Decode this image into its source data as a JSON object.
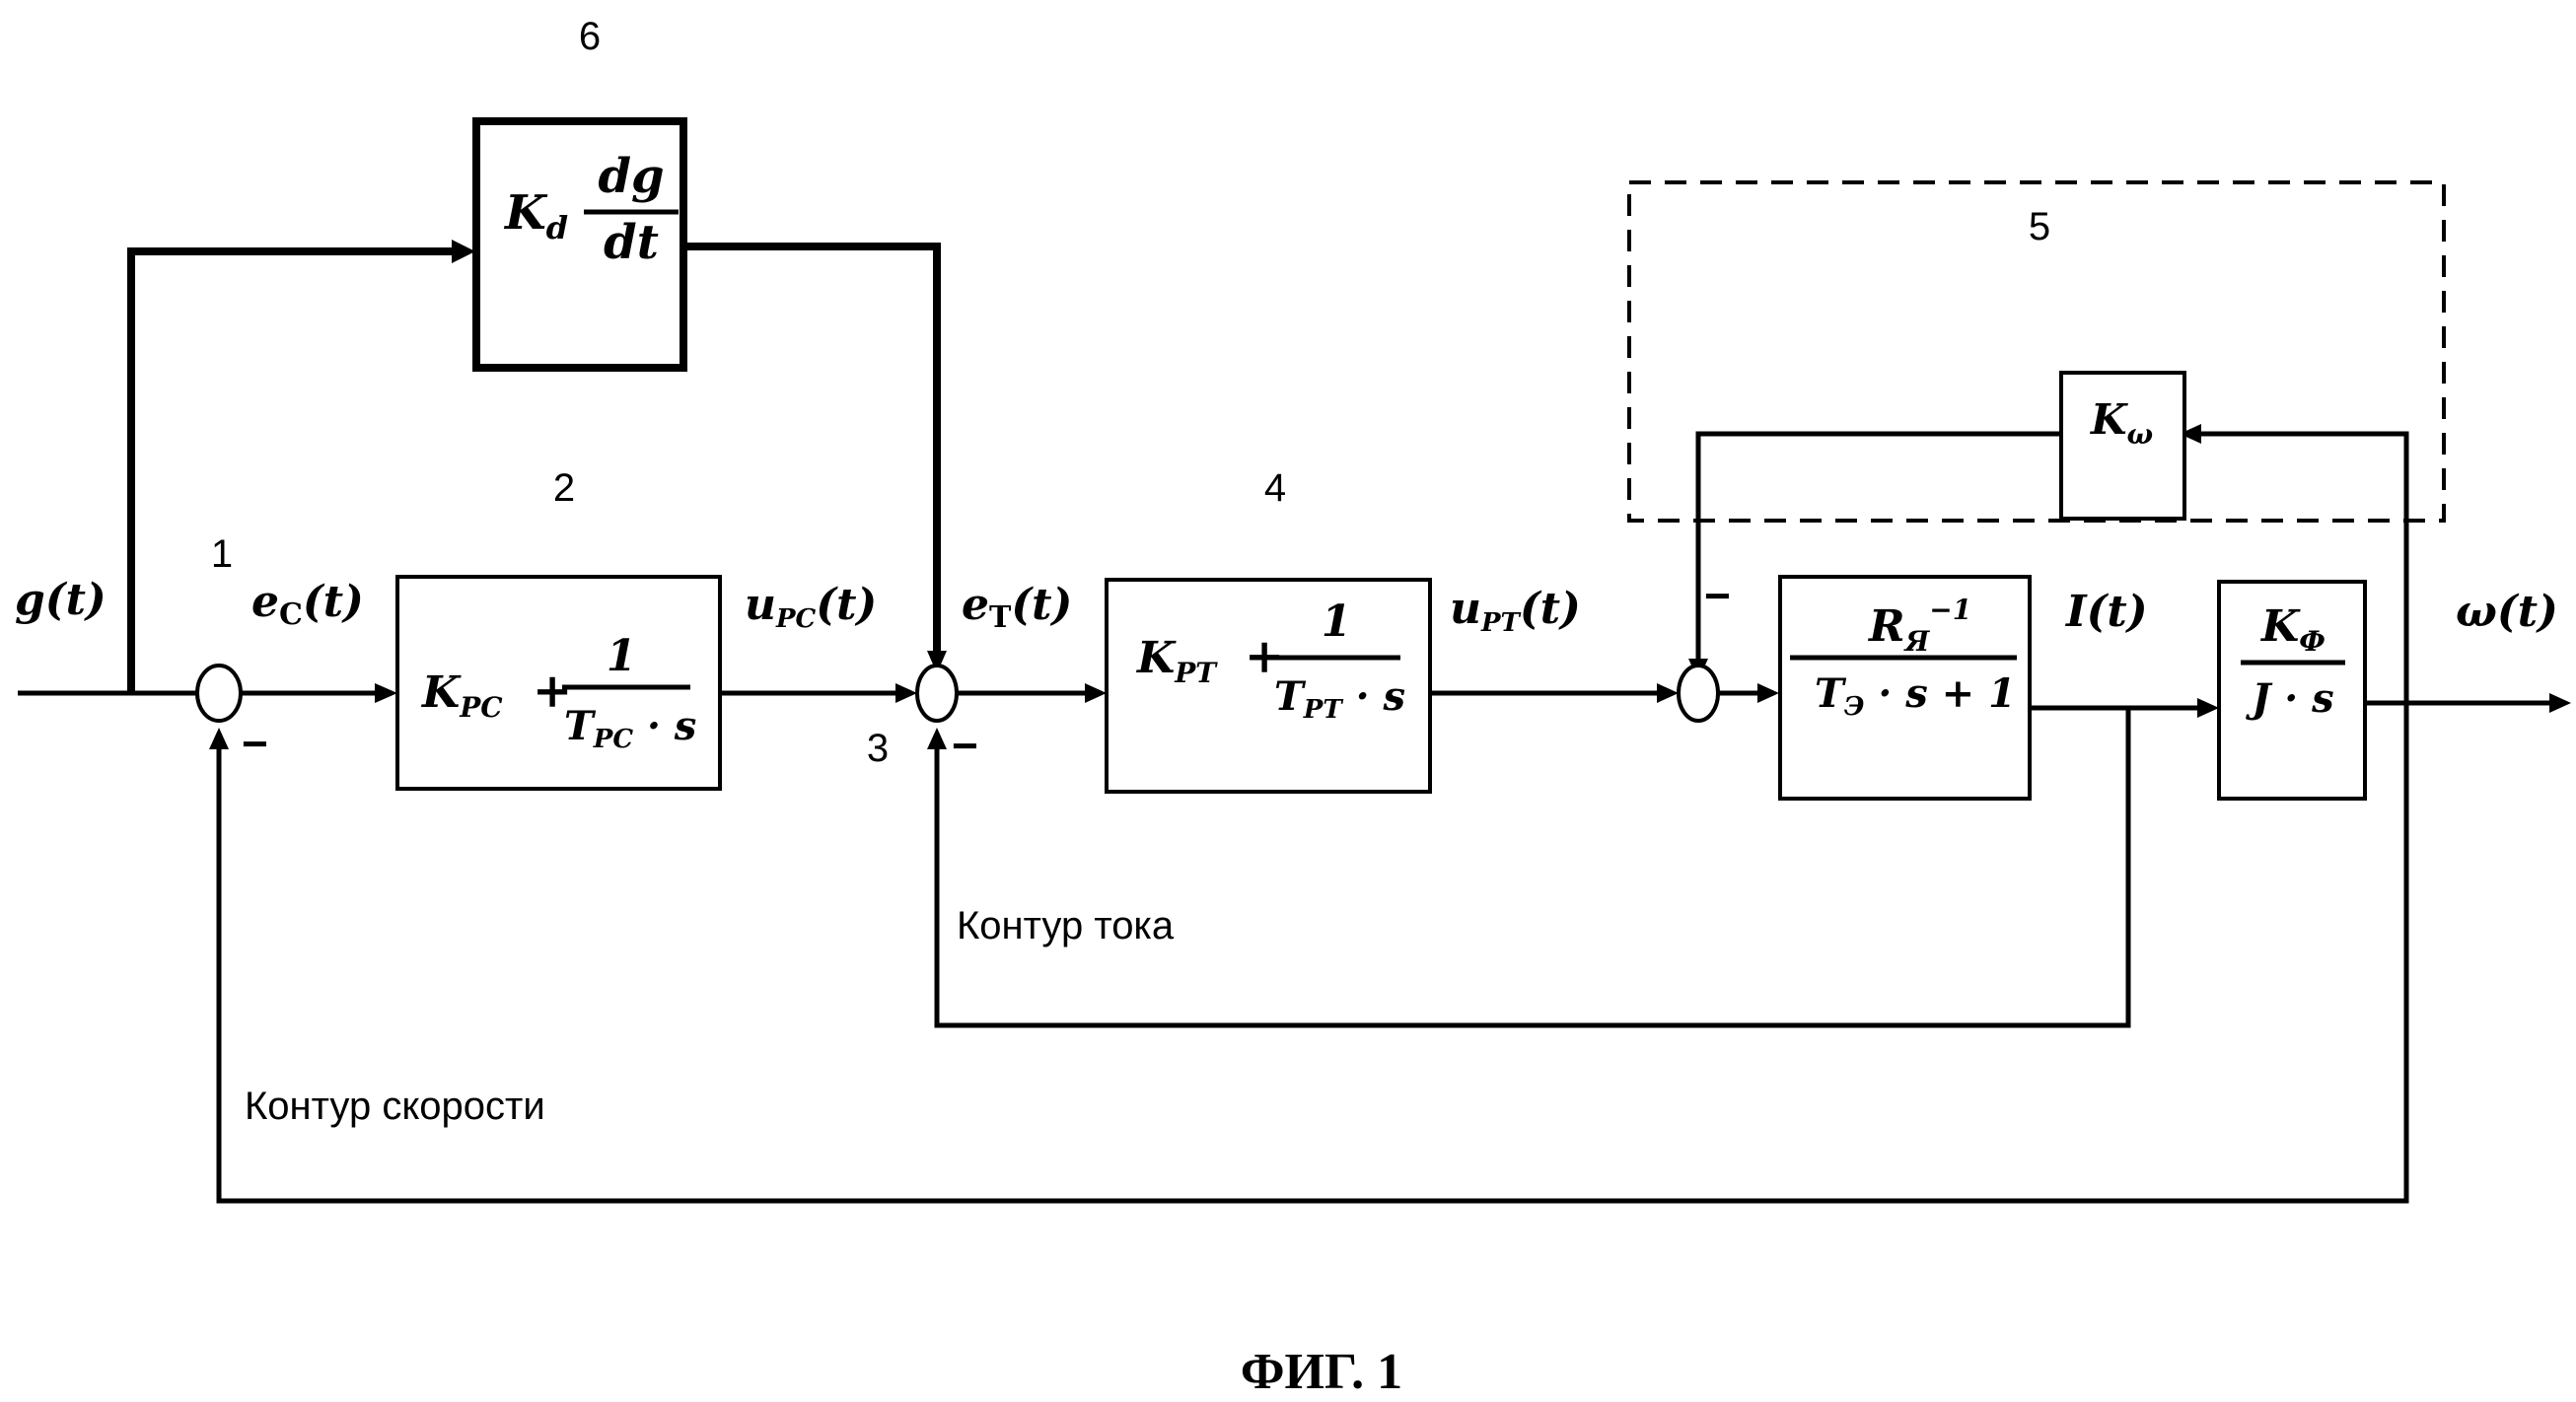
{
  "block_numbers": {
    "sum1": "1",
    "speed_controller": "2",
    "sum3": "3",
    "current_controller": "4",
    "feedback_group": "5",
    "derivative_block": "6"
  },
  "signals": {
    "g": "g(t)",
    "e_c": "e",
    "e_c_sub": "C",
    "e_c_arg": "(t)",
    "u_pc": "u",
    "u_pc_sub": "PC",
    "u_pc_arg": "(t)",
    "e_t": "e",
    "e_t_sub": "T",
    "e_t_arg": "(t)",
    "u_pt": "u",
    "u_pt_sub": "PT",
    "u_pt_arg": "(t)",
    "I": "I(t)",
    "omega": "ω(t)"
  },
  "blocks": {
    "derivative": {
      "k": "K",
      "k_sub": "d",
      "num": "dg",
      "den": "dt"
    },
    "speed_controller": {
      "k": "K",
      "k_sub": "PC",
      "plus": "+",
      "num": "1",
      "den": "T",
      "den_sub": "PC",
      "den_rest": " · s"
    },
    "current_controller": {
      "k": "K",
      "k_sub": "PT",
      "plus": "+",
      "num": "1",
      "den": "T",
      "den_sub": "PT",
      "den_rest": " · s"
    },
    "armature": {
      "num": "R",
      "num_sub": "Я",
      "num_sup": "−1",
      "den": "T",
      "den_sub": "Э",
      "den_rest": " · s + 1"
    },
    "mechanics": {
      "num": "K",
      "num_sub": "Ф",
      "den": "J · s"
    },
    "k_omega": {
      "k": "K",
      "k_sub": "ω"
    }
  },
  "signs": {
    "minus": "−"
  },
  "labels": {
    "current_loop": "Контур тока",
    "speed_loop": "Контур скорости"
  },
  "caption": "ФИГ. 1"
}
